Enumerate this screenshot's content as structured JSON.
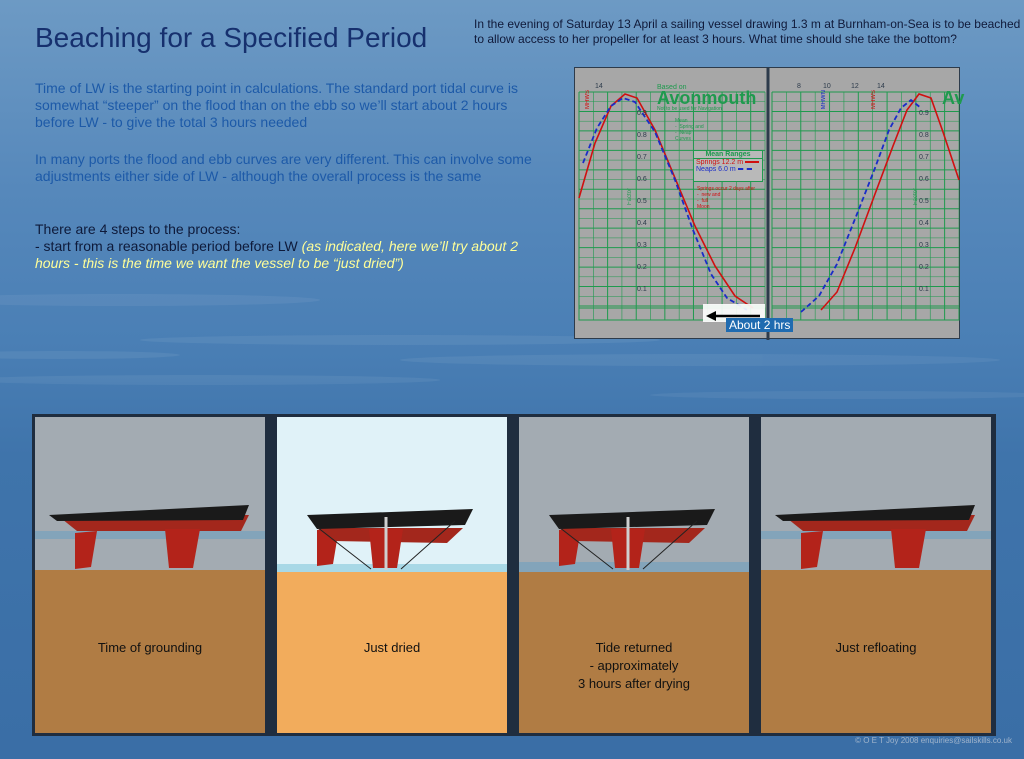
{
  "title": "Beaching for a Specified Period",
  "intro": "In the evening of Saturday 13 April a sailing  vessel drawing 1.3 m at Burnham-on-Sea is to be beached to allow access to her propeller for at least 3 hours.   What time should she take the bottom?",
  "para1": "Time of LW is the starting point in calculations.  The standard port tidal curve is  somewhat “steeper” on the flood than on the ebb so we’ll start about 2 hours before LW - to give the total 3 hours needed",
  "para2": "In many ports the flood and ebb curves are very different.  This can involve some adjustments either side of LW - although the overall process is the same",
  "para3_heading": "There are 4 steps to the process:",
  "para3_step": "-   start from a reasonable period before LW ",
  "para3_note": "(as  indicated, here we’ll try about 2 hours - this is the time we want the vessel to be “just dried”)",
  "chart": {
    "based_on": "Based on",
    "port": "Avonmouth",
    "port_partial": "Av",
    "not_for_nav": "Not to be used for Navigation",
    "mean_curves": "Mean\n-  Spring and\n-  Neap\nCurves",
    "mean_ranges": "Mean Ranges",
    "springs": "Springs 12.2 m",
    "neaps": "Neaps    6.0 m",
    "springs_note": "Springs occur 2 days after\n-  new and\n-  full\nMoon",
    "factor": "Factor",
    "mhws": "MHWS",
    "mhwn": "MHWN",
    "mlws": "MLWS",
    "top_ticks_left": [
      "14"
    ],
    "top_ticks_right": [
      "8",
      "10",
      "12",
      "14"
    ],
    "factors": [
      "0.9",
      "0.8",
      "0.7",
      "0.6",
      "0.5",
      "0.4",
      "0.3",
      "0.2",
      "0.1"
    ],
    "hours_label": "About 2 hrs",
    "colors": {
      "springs": "#d01010",
      "neaps": "#1a2cc8",
      "grid": "#1f9a4e"
    }
  },
  "stages": [
    {
      "caption": "Time of grounding"
    },
    {
      "caption": "Just dried"
    },
    {
      "caption": "Tide returned\n- approximately\n3 hours after drying"
    },
    {
      "caption": "Just refloating"
    }
  ],
  "footer": "© O E T Joy 2008 enquiries@sailskills.co.uk"
}
